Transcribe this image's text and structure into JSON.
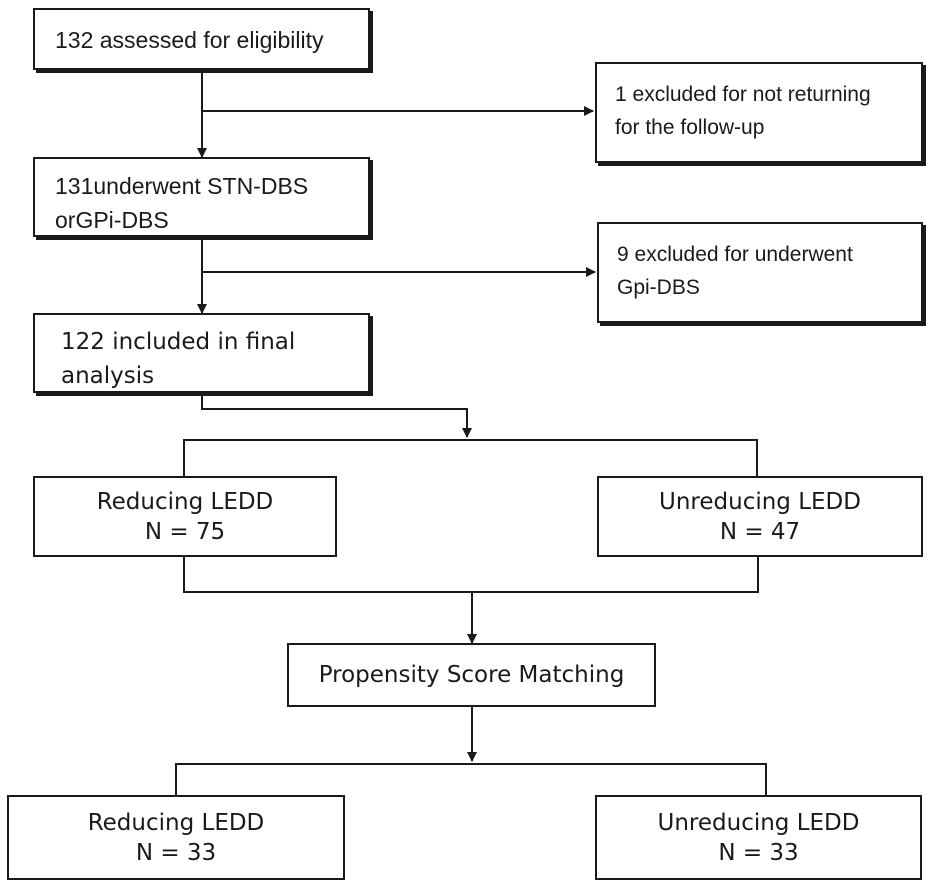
{
  "flowchart": {
    "assessed": {
      "lines": [
        "132 assessed for eligibility"
      ]
    },
    "excluded_followup": {
      "lines": [
        "1 excluded for not returning",
        "for the follow-up"
      ]
    },
    "underwent": {
      "lines": [
        "131underwent STN-DBS",
        "orGPi-DBS"
      ]
    },
    "excluded_gpi": {
      "lines": [
        "9 excluded for underwent",
        "Gpi-DBS"
      ]
    },
    "included": {
      "lines": [
        "122 included in final",
        "analysis"
      ]
    },
    "reducing_before": {
      "lines": [
        "Reducing LEDD",
        "N = 75"
      ]
    },
    "unreducing_before": {
      "lines": [
        "Unreducing LEDD",
        "N = 47"
      ]
    },
    "psm": {
      "lines": [
        "Propensity Score Matching"
      ]
    },
    "reducing_after": {
      "lines": [
        "Reducing LEDD",
        "N = 33"
      ]
    },
    "unreducing_after": {
      "lines": [
        "Unreducing LEDD",
        "N = 33"
      ]
    }
  }
}
